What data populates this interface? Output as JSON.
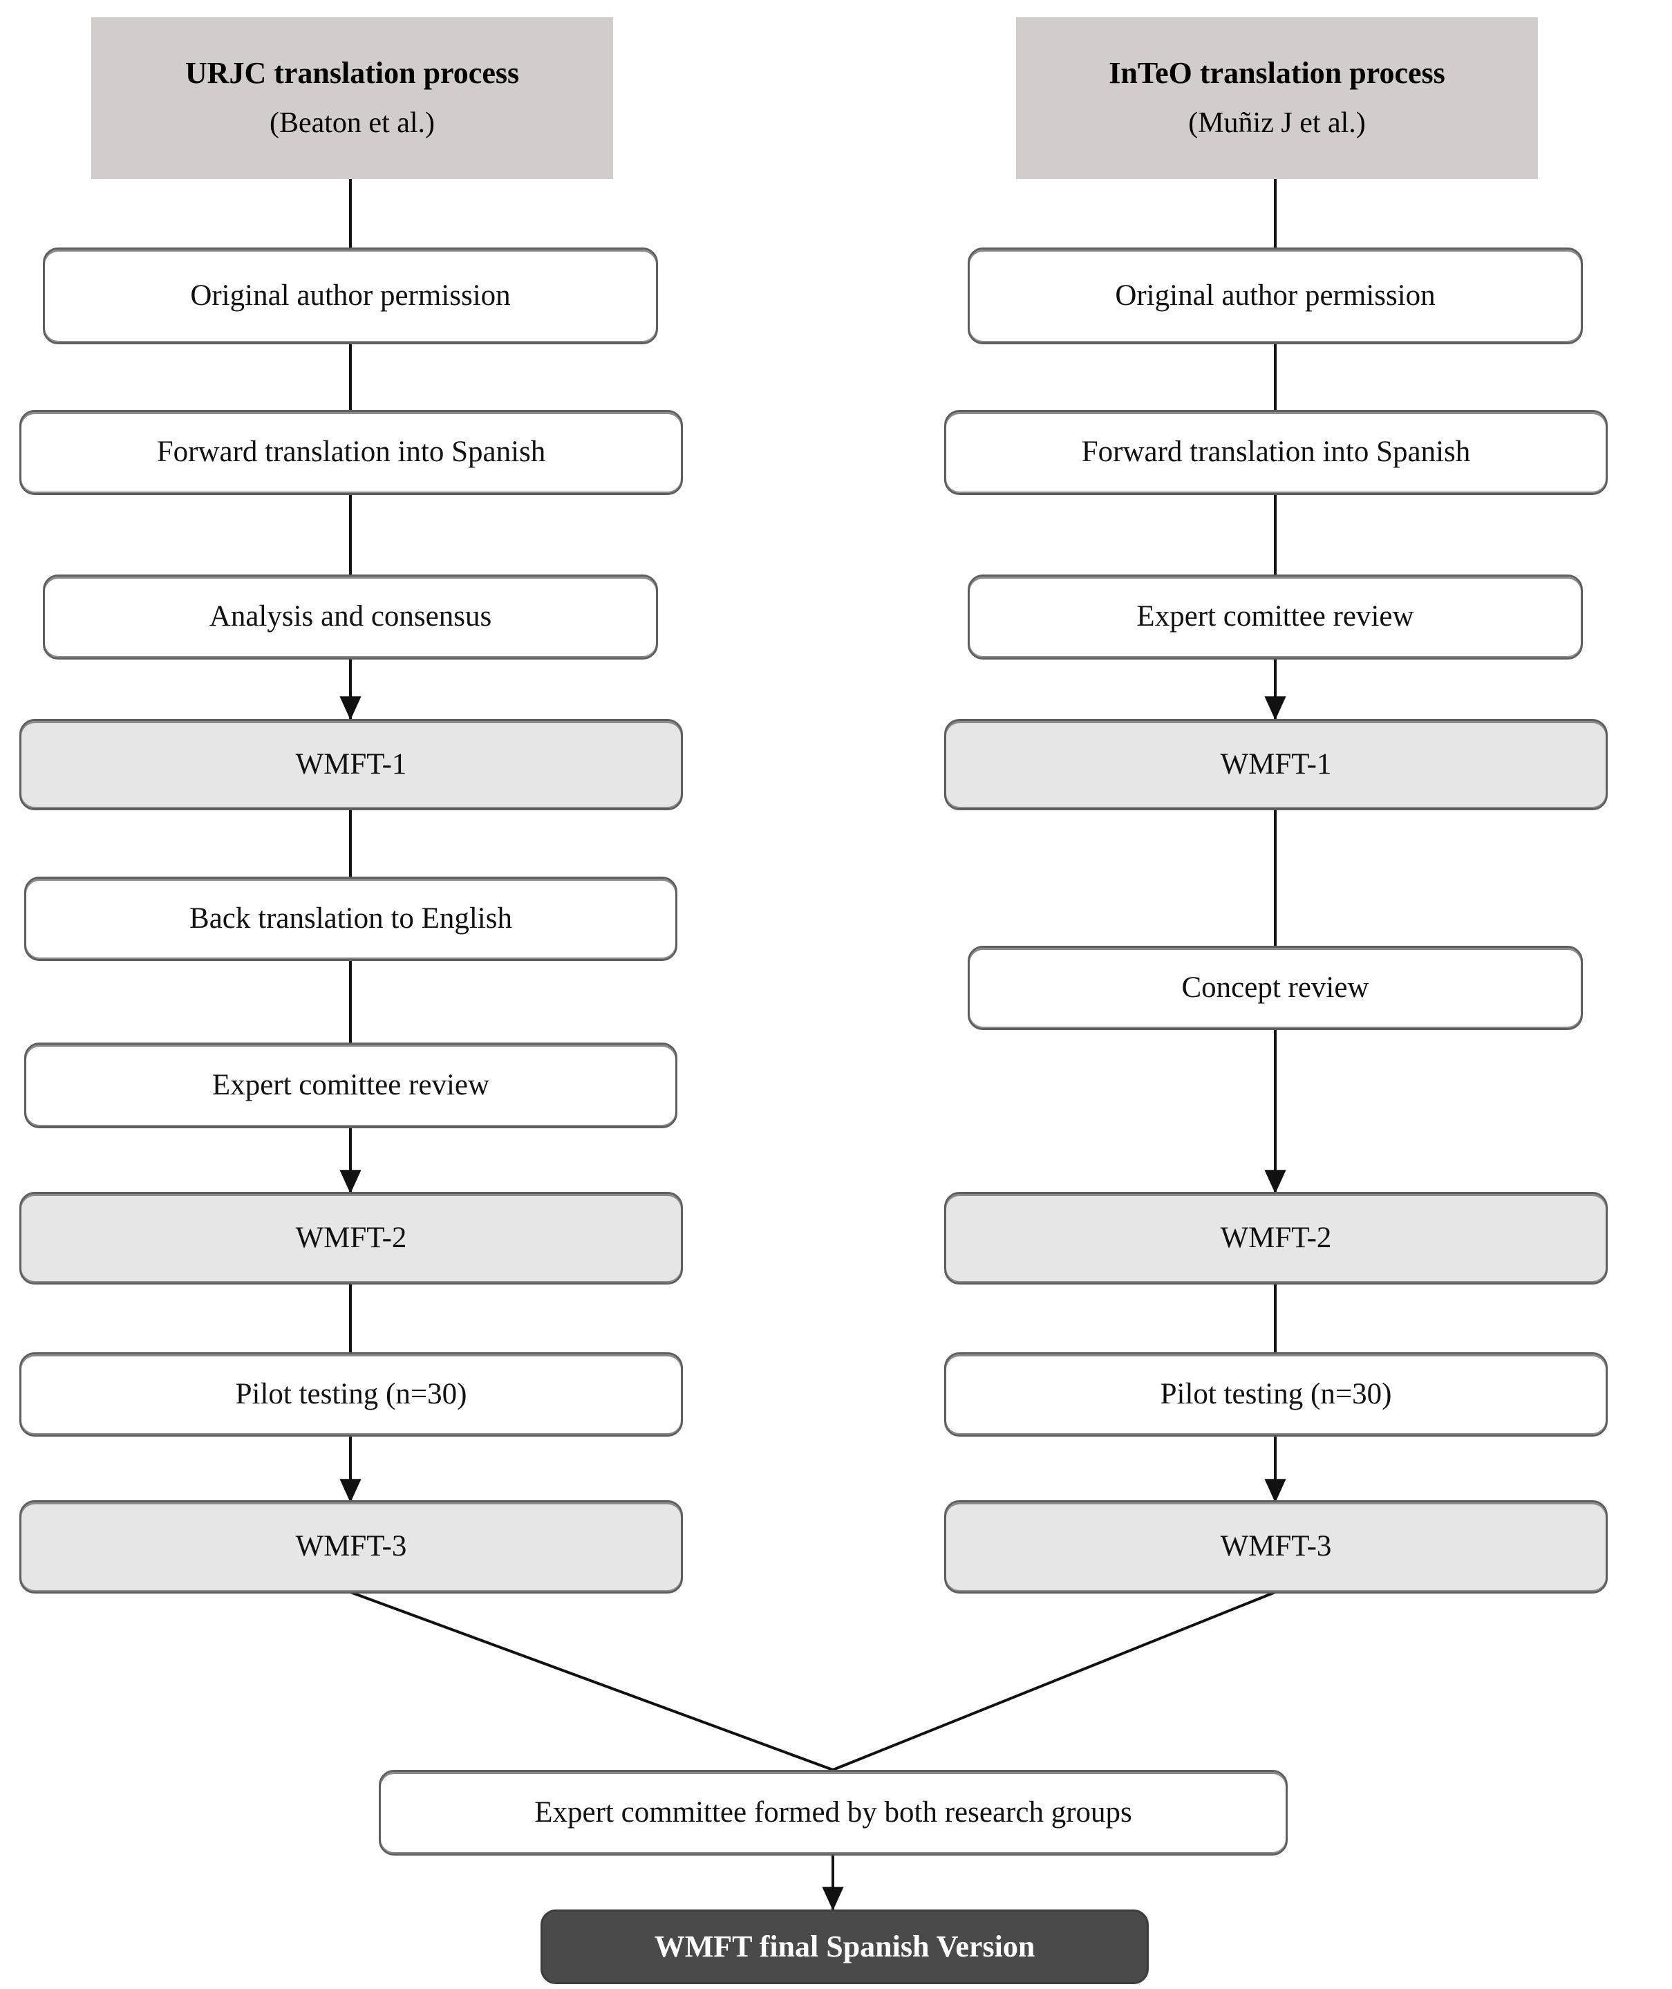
{
  "diagram": {
    "title": "WMFT Spanish translation process flowchart",
    "colors": {
      "header_fill": "#d2cdcb",
      "step_fill": "#ffffff",
      "milestone_fill": "#e6e6e6",
      "final_fill": "#4a4a4a",
      "border": "#5e5e5e",
      "connector": "#111111",
      "page_background": "#ffffff"
    },
    "columns": [
      {
        "id": "urjc",
        "header": {
          "line1": "URJC translation process",
          "line2": "(Beaton et al.)"
        },
        "steps": [
          {
            "id": "urjc-permission",
            "label": "Original author permission",
            "kind": "step"
          },
          {
            "id": "urjc-forward",
            "label": "Forward translation into Spanish",
            "kind": "step"
          },
          {
            "id": "urjc-analysis",
            "label": "Analysis and consensus",
            "kind": "step"
          },
          {
            "id": "urjc-wmft1",
            "label": "WMFT-1",
            "kind": "milestone"
          },
          {
            "id": "urjc-back",
            "label": "Back translation to English",
            "kind": "step"
          },
          {
            "id": "urjc-expert",
            "label": "Expert comittee review",
            "kind": "step"
          },
          {
            "id": "urjc-wmft2",
            "label": "WMFT-2",
            "kind": "milestone"
          },
          {
            "id": "urjc-pilot",
            "label": "Pilot testing (n=30)",
            "kind": "step"
          },
          {
            "id": "urjc-wmft3",
            "label": "WMFT-3",
            "kind": "milestone"
          }
        ]
      },
      {
        "id": "inteo",
        "header": {
          "line1": "InTeO translation process",
          "line2": "(Muñiz J et al.)"
        },
        "steps": [
          {
            "id": "inteo-permission",
            "label": "Original author permission",
            "kind": "step"
          },
          {
            "id": "inteo-forward",
            "label": "Forward translation into Spanish",
            "kind": "step"
          },
          {
            "id": "inteo-expert",
            "label": "Expert comittee review",
            "kind": "step"
          },
          {
            "id": "inteo-wmft1",
            "label": "WMFT-1",
            "kind": "milestone"
          },
          {
            "id": "inteo-concept",
            "label": "Concept review",
            "kind": "step"
          },
          {
            "id": "inteo-wmft2",
            "label": "WMFT-2",
            "kind": "milestone"
          },
          {
            "id": "inteo-pilot",
            "label": "Pilot testing (n=30)",
            "kind": "step"
          },
          {
            "id": "inteo-wmft3",
            "label": "WMFT-3",
            "kind": "milestone"
          }
        ]
      }
    ],
    "merge": {
      "committee": "Expert committee formed by both research groups",
      "final": "WMFT final Spanish Version"
    }
  }
}
